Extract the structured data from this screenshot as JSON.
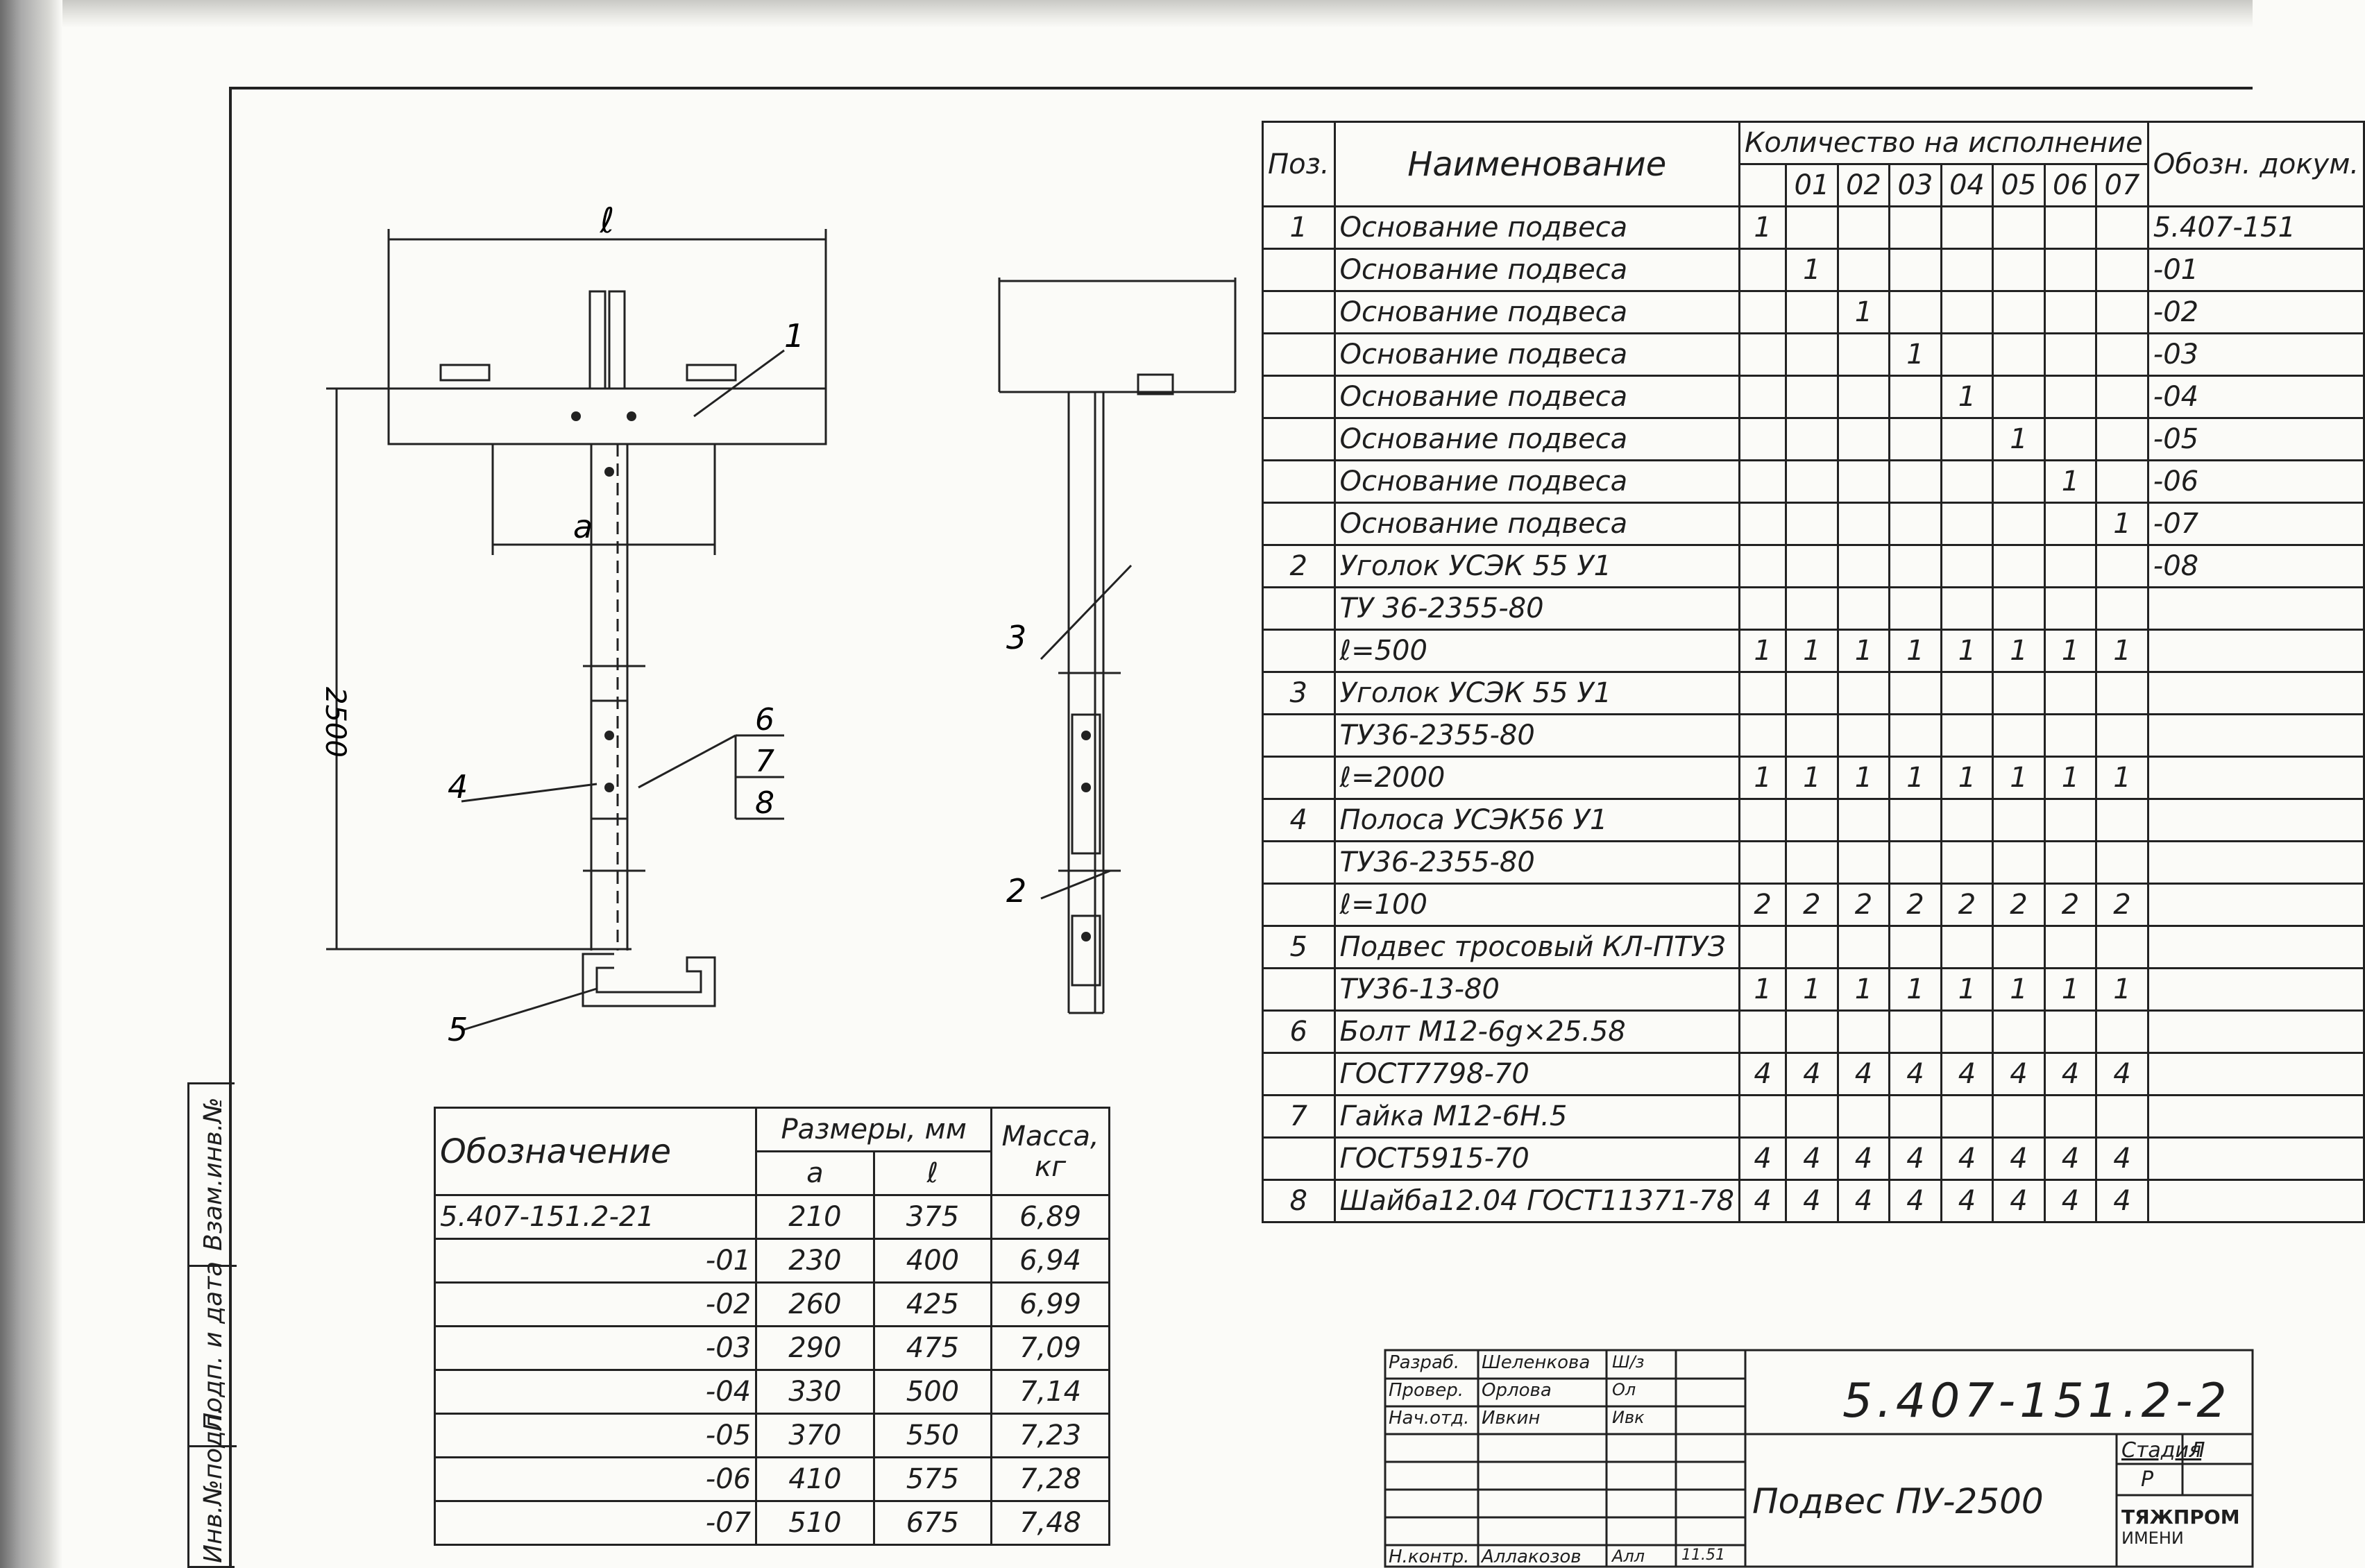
{
  "drawing": {
    "views": {
      "front": {
        "dim_length": "ℓ",
        "dim_a": "a",
        "dim_height": "2500",
        "callouts": [
          "1",
          "4",
          "5"
        ],
        "callout_group": [
          "6",
          "7",
          "8"
        ]
      },
      "side": {
        "callouts": [
          "3",
          "2"
        ]
      }
    }
  },
  "spec_table": {
    "headers": {
      "pos": "Поз.",
      "name": "Наименование",
      "qty": "Количество на исполнение",
      "doc": "Обозн. докум."
    },
    "variant_cols": [
      "",
      "01",
      "02",
      "03",
      "04",
      "05",
      "06",
      "07"
    ],
    "rows": [
      {
        "pos": "1",
        "name": "Основание подвеса",
        "q": [
          "1",
          "",
          "",
          "",
          "",
          "",
          "",
          ""
        ],
        "doc": "5.407-151"
      },
      {
        "pos": "",
        "name": "Основание подвеса",
        "q": [
          "",
          "1",
          "",
          "",
          "",
          "",
          "",
          ""
        ],
        "doc": "-01"
      },
      {
        "pos": "",
        "name": "Основание подвеса",
        "q": [
          "",
          "",
          "1",
          "",
          "",
          "",
          "",
          ""
        ],
        "doc": "-02"
      },
      {
        "pos": "",
        "name": "Основание подвеса",
        "q": [
          "",
          "",
          "",
          "1",
          "",
          "",
          "",
          ""
        ],
        "doc": "-03"
      },
      {
        "pos": "",
        "name": "Основание подвеса",
        "q": [
          "",
          "",
          "",
          "",
          "1",
          "",
          "",
          ""
        ],
        "doc": "-04"
      },
      {
        "pos": "",
        "name": "Основание подвеса",
        "q": [
          "",
          "",
          "",
          "",
          "",
          "1",
          "",
          ""
        ],
        "doc": "-05"
      },
      {
        "pos": "",
        "name": "Основание подвеса",
        "q": [
          "",
          "",
          "",
          "",
          "",
          "",
          "1",
          ""
        ],
        "doc": "-06"
      },
      {
        "pos": "",
        "name": "Основание подвеса",
        "q": [
          "",
          "",
          "",
          "",
          "",
          "",
          "",
          "1"
        ],
        "doc": "-07"
      },
      {
        "pos": "2",
        "name": "Уголок УСЭК 55 У1",
        "q": [
          "",
          "",
          "",
          "",
          "",
          "",
          "",
          ""
        ],
        "doc": "-08"
      },
      {
        "pos": "",
        "name": "ТУ 36-2355-80",
        "q": [
          "",
          "",
          "",
          "",
          "",
          "",
          "",
          ""
        ],
        "doc": ""
      },
      {
        "pos": "",
        "name": "ℓ=500",
        "q": [
          "1",
          "1",
          "1",
          "1",
          "1",
          "1",
          "1",
          "1"
        ],
        "doc": ""
      },
      {
        "pos": "3",
        "name": "Уголок УСЭК 55 У1",
        "q": [
          "",
          "",
          "",
          "",
          "",
          "",
          "",
          ""
        ],
        "doc": ""
      },
      {
        "pos": "",
        "name": "ТУ36-2355-80",
        "q": [
          "",
          "",
          "",
          "",
          "",
          "",
          "",
          ""
        ],
        "doc": ""
      },
      {
        "pos": "",
        "name": "ℓ=2000",
        "q": [
          "1",
          "1",
          "1",
          "1",
          "1",
          "1",
          "1",
          "1"
        ],
        "doc": ""
      },
      {
        "pos": "4",
        "name": "Полоса УСЭК56 У1",
        "q": [
          "",
          "",
          "",
          "",
          "",
          "",
          "",
          ""
        ],
        "doc": ""
      },
      {
        "pos": "",
        "name": "ТУ36-2355-80",
        "q": [
          "",
          "",
          "",
          "",
          "",
          "",
          "",
          ""
        ],
        "doc": ""
      },
      {
        "pos": "",
        "name": "ℓ=100",
        "q": [
          "2",
          "2",
          "2",
          "2",
          "2",
          "2",
          "2",
          "2"
        ],
        "doc": ""
      },
      {
        "pos": "5",
        "name": "Подвес тросовый КЛ-ПТУЗ",
        "q": [
          "",
          "",
          "",
          "",
          "",
          "",
          "",
          ""
        ],
        "doc": ""
      },
      {
        "pos": "",
        "name": "ТУ36-13-80",
        "q": [
          "1",
          "1",
          "1",
          "1",
          "1",
          "1",
          "1",
          "1"
        ],
        "doc": ""
      },
      {
        "pos": "6",
        "name": "Болт М12-6g×25.58",
        "q": [
          "",
          "",
          "",
          "",
          "",
          "",
          "",
          ""
        ],
        "doc": ""
      },
      {
        "pos": "",
        "name": "ГОСТ7798-70",
        "q": [
          "4",
          "4",
          "4",
          "4",
          "4",
          "4",
          "4",
          "4"
        ],
        "doc": ""
      },
      {
        "pos": "7",
        "name": "Гайка М12-6Н.5",
        "q": [
          "",
          "",
          "",
          "",
          "",
          "",
          "",
          ""
        ],
        "doc": ""
      },
      {
        "pos": "",
        "name": "ГОСТ5915-70",
        "q": [
          "4",
          "4",
          "4",
          "4",
          "4",
          "4",
          "4",
          "4"
        ],
        "doc": ""
      },
      {
        "pos": "8",
        "name": "Шайба12.04 ГОСТ11371-78",
        "q": [
          "4",
          "4",
          "4",
          "4",
          "4",
          "4",
          "4",
          "4"
        ],
        "doc": ""
      }
    ]
  },
  "sizes_table": {
    "headers": {
      "designation": "Обозначение",
      "dims": "Размеры, мм",
      "a": "a",
      "l": "ℓ",
      "mass": "Масса, кг"
    },
    "rows": [
      {
        "designation": "5.407-151.2-21",
        "a": "210",
        "l": "375",
        "mass": "6,89"
      },
      {
        "designation": "-01",
        "a": "230",
        "l": "400",
        "mass": "6,94"
      },
      {
        "designation": "-02",
        "a": "260",
        "l": "425",
        "mass": "6,99"
      },
      {
        "designation": "-03",
        "a": "290",
        "l": "475",
        "mass": "7,09"
      },
      {
        "designation": "-04",
        "a": "330",
        "l": "500",
        "mass": "7,14"
      },
      {
        "designation": "-05",
        "a": "370",
        "l": "550",
        "mass": "7,23"
      },
      {
        "designation": "-06",
        "a": "410",
        "l": "575",
        "mass": "7,28"
      },
      {
        "designation": "-07",
        "a": "510",
        "l": "675",
        "mass": "7,48"
      }
    ]
  },
  "title_block": {
    "doc_number": "5.407-151.2-2",
    "product_name": "Подвес ПУ-2500",
    "stage_label": "Стадия",
    "stage_value": "Р",
    "sheet_label": "Л",
    "org": "ТЯЖПРОМ",
    "org_sub": "ИМЕНИ",
    "signatures": [
      {
        "role": "Разраб.",
        "name": "Шеленкова",
        "sign": "Ш/з"
      },
      {
        "role": "Провер.",
        "name": "Орлова",
        "sign": "Ол"
      },
      {
        "role": "Нач.отд.",
        "name": "Ивкин",
        "sign": "Ивк"
      },
      {
        "role": "",
        "name": "",
        "sign": ""
      },
      {
        "role": "",
        "name": "",
        "sign": ""
      },
      {
        "role": "",
        "name": "",
        "sign": ""
      },
      {
        "role": "Н.контр.",
        "name": "Аллакозов",
        "sign": "Алл",
        "date": "11.51"
      }
    ]
  },
  "side_stamp": {
    "inv_orig": "Инв.№подл.",
    "sign_date": "Подп. и дата",
    "replace_inv": "Взам.инв.№"
  }
}
